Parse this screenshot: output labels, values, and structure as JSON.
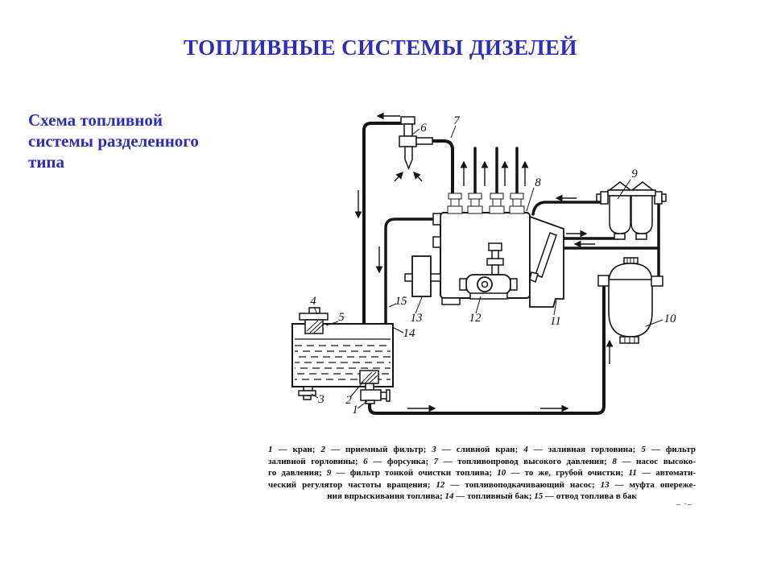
{
  "slide": {
    "title": "ТОПЛИВНЫЕ СИСТЕМЫ ДИЗЕЛЕЙ",
    "subtitle_lines": [
      "Схема топливной",
      "системы разделенного",
      "типа"
    ],
    "accent_color": "#2d2db5",
    "ink_color": "#151515",
    "background_color": "#ffffff"
  },
  "diagram": {
    "callouts": {
      "c1": "1",
      "c2": "2",
      "c3": "3",
      "c4": "4",
      "c5": "5",
      "c6": "6",
      "c7": "7",
      "c8": "8",
      "c9": "9",
      "c10": "10",
      "c11": "11",
      "c12": "12",
      "c13": "13",
      "c14": "14",
      "c15": "15"
    }
  },
  "caption": {
    "lines": [
      "1 — кран; 2 — приемный фильтр; 3 — сливной кран; 4 — заливная горловина; 5 — фильтр",
      "заливной горловины; 6 — форсунка; 7 — топливопровод высокого давления; 8 — насос высоко-",
      "го давления; 9 — фильтр тонкой очистки топлива; 10 — то же, грубой очистки; 11 — автомати-",
      "ческий регулятор частоты вращения; 12 — топливоподкачивающий насос; 13 — муфта опереже-",
      "ния впрыскивания топлива; 14 — топливный бак; 15 — отвод топлива в бак"
    ]
  },
  "artifact": {
    "mark": "– ·–"
  }
}
